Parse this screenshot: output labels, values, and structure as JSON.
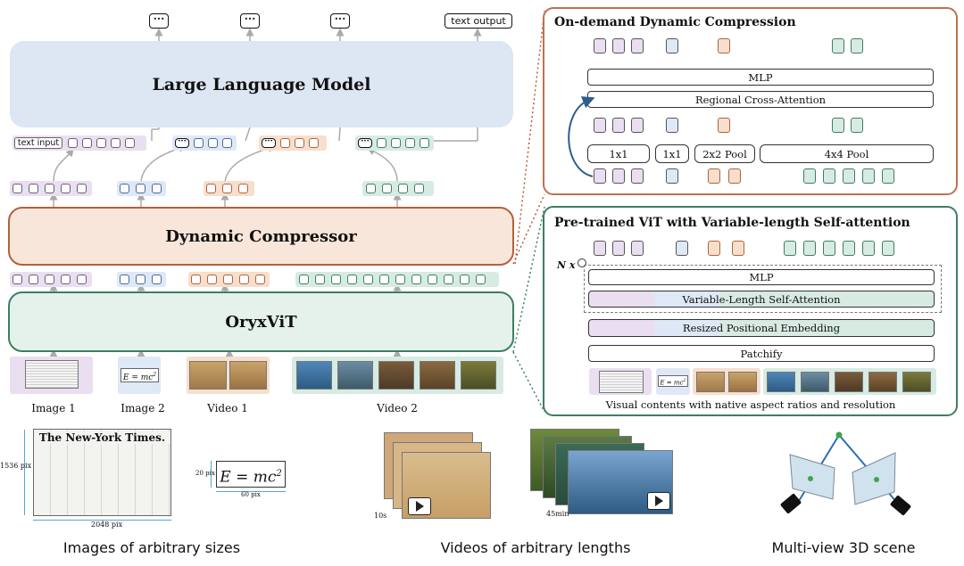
{
  "llm": {
    "label": "Large Language Model"
  },
  "compressor": {
    "label": "Dynamic Compressor"
  },
  "vit": {
    "label": "OryxViT"
  },
  "outputs": {
    "dots": "···",
    "text_output": "text output"
  },
  "inputs": {
    "text_input": "text input",
    "dots": "···"
  },
  "groups": {
    "image1": "Image 1",
    "image2": "Image 2",
    "video1": "Video 1",
    "video2": "Video 2"
  },
  "formula": {
    "E": "E",
    "eq": " = mc",
    "exp": "2"
  },
  "top_panel": {
    "title": "On-demand Dynamic Compression",
    "mlp": "MLP",
    "cross_attention": "Regional Cross-Attention",
    "pools": [
      "1x1",
      "1x1",
      "2x2 Pool",
      "4x4 Pool"
    ]
  },
  "bottom_panel": {
    "title": "Pre-trained ViT with Variable-length Self-attention",
    "nx": "N x",
    "mlp": "MLP",
    "self_attention": "Variable-Length Self-Attention",
    "pos_embed": "Resized Positional Embedding",
    "patchify": "Patchify",
    "caption": "Visual contents with native aspect ratios and resolution"
  },
  "examples": {
    "newspaper_title": "The New-York Times.",
    "height_label": "1536 pix",
    "width_label": "2048 pix",
    "formula_h": "20 pix",
    "formula_w": "60 pix",
    "clip1_len": "10s",
    "clip2_len": "45min",
    "caption_images": "Images of arbitrary sizes",
    "caption_videos": "Videos of arbitrary lengths",
    "caption_3d": "Multi-view 3D scene"
  },
  "colors": {
    "llm": "#dde6f3",
    "compressor": "#f9e6da",
    "compressor_border": "#b5603a",
    "vit": "#e5f2ec",
    "vit_border": "#3e7e60",
    "purple": "#eadff0",
    "blue": "#dfe8f6",
    "orange": "#f6dfcc",
    "green": "#d7ebe3",
    "top_panel_border": "#c0704f",
    "bottom_panel_border": "#3e7e60"
  }
}
